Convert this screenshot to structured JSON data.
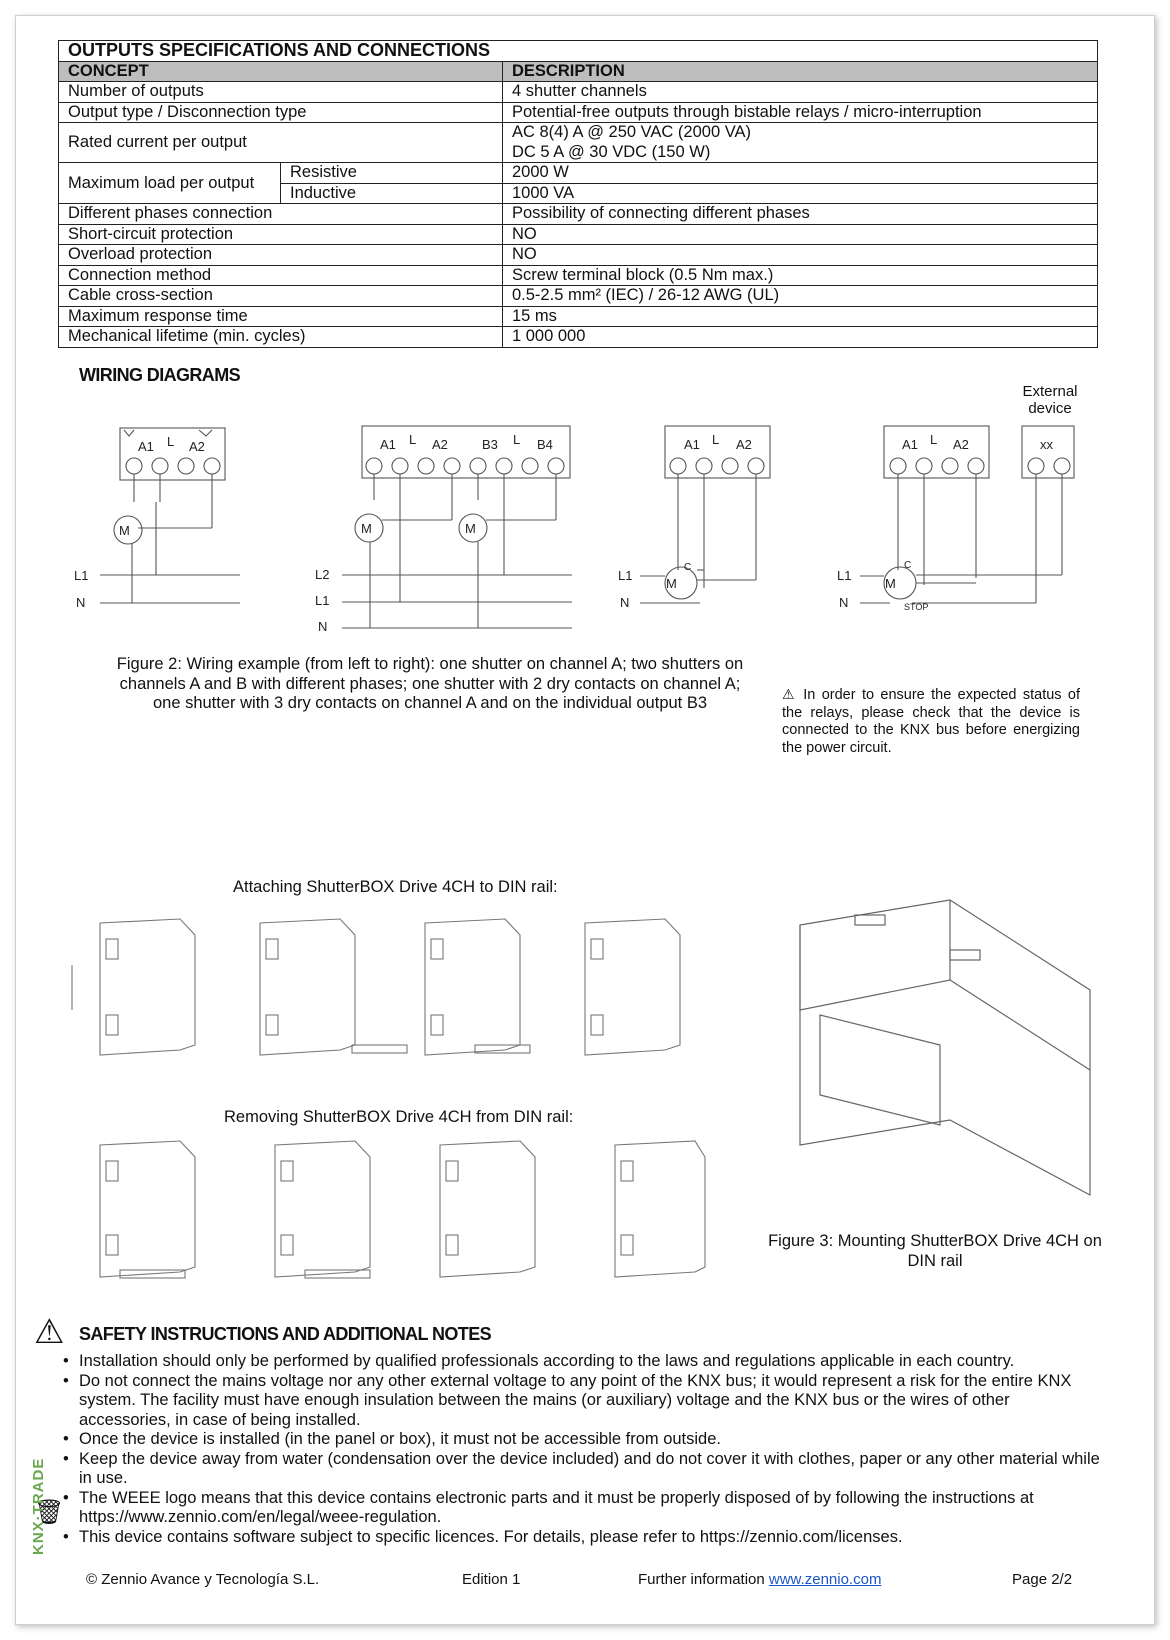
{
  "spec_table": {
    "title": "OUTPUTS SPECIFICATIONS AND CONNECTIONS",
    "col_concept": "CONCEPT",
    "col_description": "DESCRIPTION",
    "rows": {
      "outputs_label": "Number of outputs",
      "outputs_value": "4 shutter channels",
      "type_label": "Output type / Disconnection type",
      "type_value": "Potential-free outputs through bistable relays / micro-interruption",
      "current_label": "Rated current per output",
      "current_value_1": "AC 8(4) A @ 250 VAC (2000 VA)",
      "current_value_2": "DC 5 A @ 30 VDC (150 W)",
      "load_label": "Maximum load per output",
      "load_resistive_label": "Resistive",
      "load_resistive_value": "2000 W",
      "load_inductive_label": "Inductive",
      "load_inductive_value": "1000 VA",
      "phases_label": "Different phases connection",
      "phases_value": "Possibility of connecting different phases",
      "short_label": "Short-circuit protection",
      "short_value": "NO",
      "overload_label": "Overload protection",
      "overload_value": "NO",
      "connection_label": "Connection method",
      "connection_value": "Screw terminal block (0.5 Nm max.)",
      "cable_label": "Cable cross-section",
      "cable_value": "0.5-2.5 mm² (IEC) / 26-12 AWG (UL)",
      "response_label": "Maximum response time",
      "response_value": "15 ms",
      "lifetime_label": "Mechanical lifetime (min. cycles)",
      "lifetime_value": "1 000 000"
    }
  },
  "wiring": {
    "heading": "WIRING DIAGRAMS",
    "external_device_1": "External",
    "external_device_2": "device",
    "labels": {
      "a1": "A1",
      "a2": "A2",
      "b3": "B3",
      "b4": "B4",
      "l": "L",
      "l1": "L1",
      "l2": "L2",
      "n": "N",
      "m": "M",
      "c": "C",
      "stop": "STOP",
      "xx": "xx"
    },
    "figure2_caption_1": "Figure 2: Wiring example (from left to right): one shutter on channel A; two shutters on",
    "figure2_caption_2": "channels A and B with different phases; one shutter with 2 dry contacts on channel A;",
    "figure2_caption_3": "one shutter with 3 dry contacts on channel A and on the individual output B3",
    "relay_note": "In order to ensure the expected status of the relays, please check that the device is connected to the KNX bus before energizing the power circuit."
  },
  "mounting": {
    "attach_caption": "Attaching ShutterBOX Drive 4CH to DIN rail:",
    "remove_caption": "Removing ShutterBOX Drive 4CH from DIN rail:",
    "figure3_caption_1": "Figure 3: Mounting ShutterBOX Drive 4CH on",
    "figure3_caption_2": "DIN rail"
  },
  "safety": {
    "heading": "SAFETY INSTRUCTIONS AND ADDITIONAL NOTES",
    "items": [
      "Installation should only be performed by qualified professionals according to the laws and regulations applicable in each country.",
      "Do not connect the mains voltage nor any other external voltage to any point of the KNX bus; it would represent a risk for the entire KNX system. The facility must have enough insulation between the mains (or auxiliary) voltage and the KNX bus or the wires of other accessories, in case of being installed.",
      "Once the device is installed (in the panel or box), it must not be accessible from outside.",
      "Keep the device away from water (condensation over the device included) and do not cover it with clothes, paper or any other material while in use.",
      "The WEEE logo means that this device contains electronic parts and it must be properly disposed of by following the instructions at https://www.zennio.com/en/legal/weee-regulation.",
      "This device contains software subject to specific licences. For details, please refer to https://zennio.com/licenses."
    ]
  },
  "footer": {
    "copyright": "© Zennio Avance y Tecnología S.L.",
    "edition": "Edition 1",
    "further": "Further information",
    "link": "www.zennio.com",
    "page": "Page 2/2",
    "side_mark": "KNX·TRADE"
  },
  "colors": {
    "table_header_bg": "#bdbdbd",
    "link": "#1a56c4",
    "side_mark": "#6aa84f"
  }
}
